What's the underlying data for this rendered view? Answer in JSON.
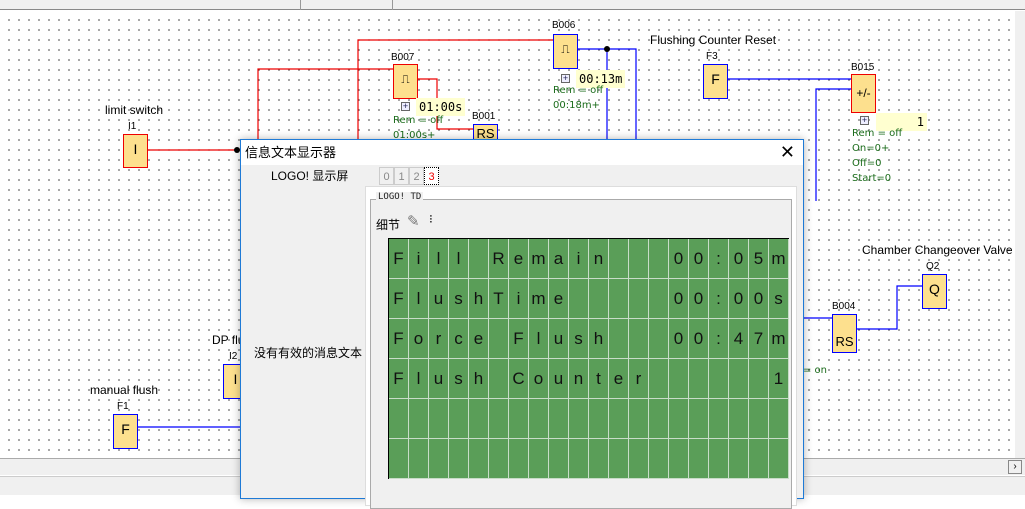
{
  "diagram": {
    "labels": {
      "limit_switch": "limit switch",
      "flushing_counter_reset": "Flushing Counter Reset",
      "chamber_valve": "Chamber Changeover Valve",
      "manual_flush": "manual flush",
      "dp_flush": "DP flu"
    },
    "blocks": {
      "i1": {
        "name": "I1",
        "symbol": "I"
      },
      "i2": {
        "name": "I2",
        "symbol": "I"
      },
      "f1": {
        "name": "F1",
        "symbol": "F"
      },
      "f3": {
        "name": "F3",
        "symbol": "F"
      },
      "q2": {
        "name": "Q2",
        "symbol": "Q"
      },
      "b001": {
        "name": "B001",
        "symbol": "RS"
      },
      "b004": {
        "name": "B004",
        "symbol": "RS"
      },
      "b006": {
        "name": "B006",
        "value": "00:13m",
        "rem": "Rem = off",
        "param": "00:18m+"
      },
      "b007": {
        "name": "B007",
        "value": "01:00s",
        "rem": "Rem = off",
        "param": "01:00s+"
      },
      "b015": {
        "name": "B015",
        "symbol": "+/-",
        "value": "1",
        "rem": "Rem = off",
        "on": "On=0+",
        "off": "Off=0",
        "start": "Start=0"
      }
    },
    "b004_rem": "= on"
  },
  "dialog": {
    "title": "信息文本显示器",
    "close": "✕",
    "display_label": "LOGO! 显示屏",
    "no_message": "没有有效的消息文本",
    "tabs": [
      "0",
      "1",
      "2",
      "3"
    ],
    "active_tab": "3",
    "group_label": "LOGO! TD",
    "details_label": "细节",
    "lcd_rows": [
      "Fill Remain   00:05m",
      "FlushTime     00:00s",
      "Force Flush   00:47m",
      "Flush Counter      1",
      "",
      ""
    ]
  },
  "colors": {
    "lcd": "#5a9e58",
    "block": "#fde08e"
  }
}
